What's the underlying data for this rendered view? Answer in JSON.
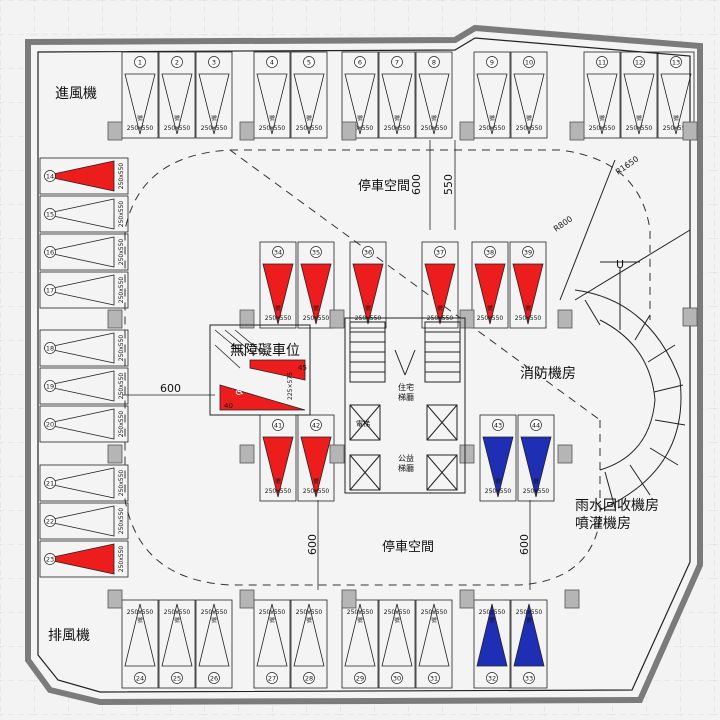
{
  "rooms": {
    "intake_fan": "進風機",
    "exhaust_fan": "排風機",
    "fire_room": "消防機房",
    "rain_room_line1": "雨水回收機房",
    "rain_room_line2": "噴灌機房",
    "accessible": "無障礙車位",
    "residential_stair_l1": "住宅",
    "residential_stair_l2": "梯廳",
    "public_stair_l1": "公益",
    "public_stair_l2": "梯廳",
    "parking_top": "停車空間",
    "parking_bottom": "停車空間",
    "elevator_small": "電梯",
    "up_mark": "U"
  },
  "dims": {
    "d600_left": "600",
    "d600_top": "600",
    "d550_top": "550",
    "d600_bottom_mid": "600",
    "d600_bottom_right": "600",
    "r650": "R1650",
    "r800": "R800",
    "acc_size": "225×575",
    "acc_num": "40",
    "acc_num2": "45"
  },
  "stall_size": "250x550",
  "stall_mark": "號",
  "top_stalls": [
    "1",
    "2",
    "3",
    "4",
    "5",
    "6",
    "7",
    "8",
    "9",
    "10",
    "11",
    "12",
    "13"
  ],
  "bottom_stalls": [
    "24",
    "25",
    "26",
    "27",
    "28",
    "29",
    "30",
    "31",
    "32",
    "33"
  ],
  "left_stalls": [
    "14",
    "15",
    "16",
    "17",
    "18",
    "19",
    "20",
    "21",
    "22",
    "23"
  ],
  "mid_top_stalls": [
    "34",
    "35",
    "36",
    "37",
    "38",
    "39"
  ],
  "mid_bottom_stalls": [
    "41",
    "42",
    "43",
    "44"
  ],
  "colors": {
    "red": "#ee1d1d",
    "blue": "#1f2fb5",
    "line": "#222222",
    "wall": "#9a9a9a"
  }
}
